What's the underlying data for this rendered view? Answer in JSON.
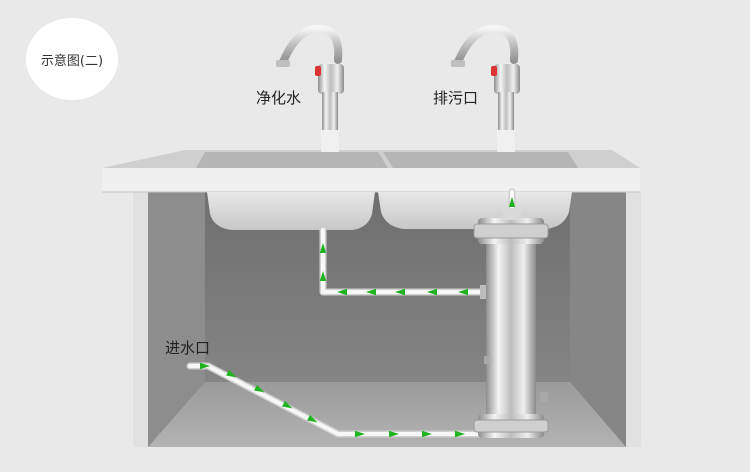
{
  "badge": {
    "text": "示意图(二)"
  },
  "labels": {
    "purified_outlet": "净化水",
    "drain_outlet": "排污口",
    "water_inlet": "进水口"
  },
  "colors": {
    "background": "#e9e9e9",
    "counter": "#dcdcdc",
    "cabinet_inner": "#7b7b7b",
    "flow_arrow": "#1fb41f",
    "pipe": "#f2f2f2",
    "filter_body": "#d6d6d6"
  },
  "icons": {
    "flow_arrow": "arrow-icon",
    "faucet": "faucet-icon"
  }
}
